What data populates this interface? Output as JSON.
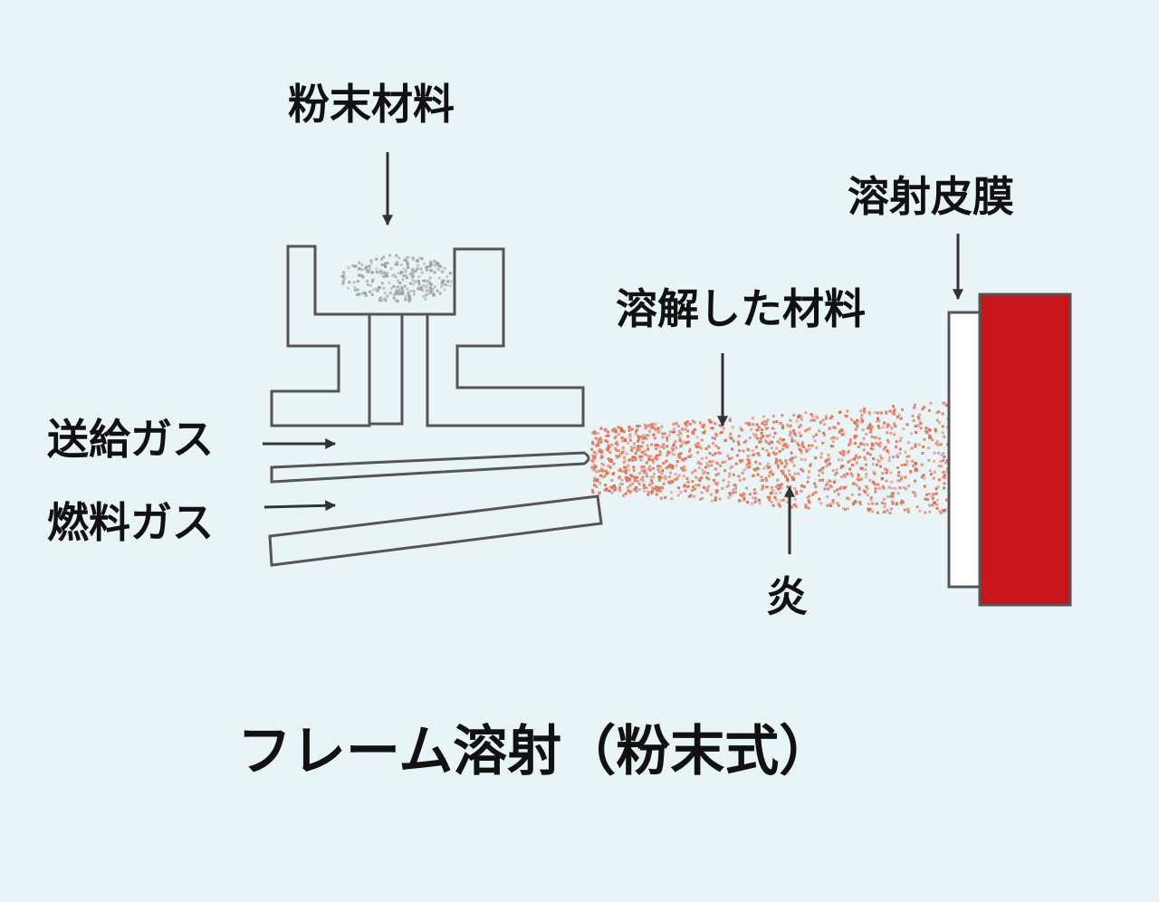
{
  "labels": {
    "powder": "粉末材料",
    "coating": "溶射皮膜",
    "molten": "溶解した材料",
    "carrier_gas": "送給ガス",
    "fuel_gas": "燃料ガス",
    "flame": "炎",
    "title": "フレーム溶射（粉末式）"
  },
  "colors": {
    "background": "#e9f4f7",
    "outline": "#555555",
    "substrate": "#c8151b",
    "particles": "#e06a4a",
    "powder": "#9a9a9a",
    "text": "#111111"
  }
}
